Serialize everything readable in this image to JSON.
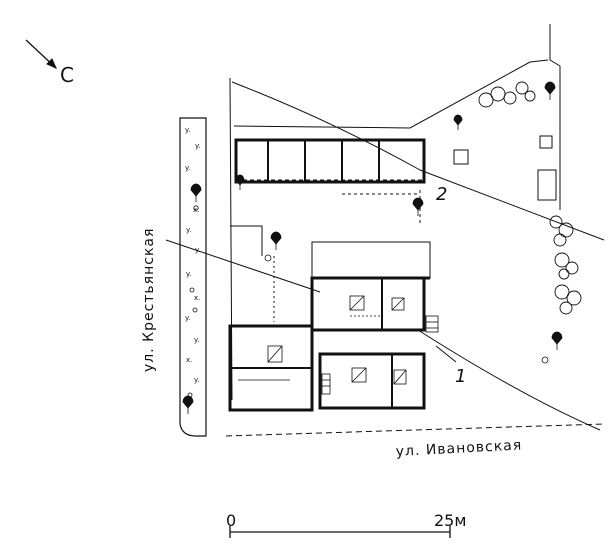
{
  "north_label": "С",
  "streets": {
    "krestyanskaya": "ул. Крестьянская",
    "ivanovskaya": "ул. Ивановская"
  },
  "building_labels": {
    "one": "1",
    "two": "2"
  },
  "scale": {
    "start": "0",
    "end": "25м"
  },
  "colors": {
    "ink": "#111111",
    "background": "#ffffff"
  }
}
